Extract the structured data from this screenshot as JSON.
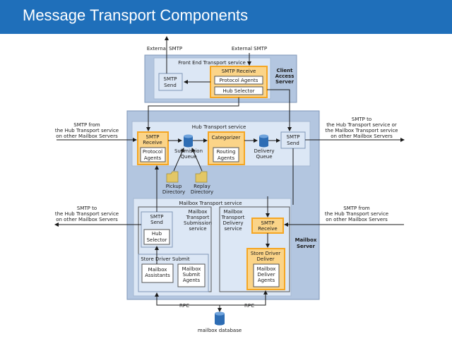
{
  "title": "Message Transport Components",
  "colors": {
    "title_bar": "#1f6fba",
    "server": "#b3c6e0",
    "service": "#dce7f5",
    "highlight": "#f5a623",
    "highlight_fill": "#fbd488"
  },
  "labels": {
    "external_smtp_left": "External SMTP",
    "external_smtp_right": "External SMTP",
    "front_end_service": "Front End Transport service",
    "fe_smtp_receive": "SMTP Receive",
    "fe_protocol_agents": "Protocol Agents",
    "fe_hub_selector": "Hub Selector",
    "fe_smtp_send_1": "SMTP",
    "fe_smtp_send_2": "Send",
    "cas_1": "Client",
    "cas_2": "Access",
    "cas_3": "Server",
    "hub_service": "Hub Transport service",
    "smtp_from_hub_1": "SMTP from",
    "smtp_from_hub_2": "the Hub Transport service",
    "smtp_from_hub_3": "on other Mailbox Servers",
    "smtp_to_top_1": "SMTP to",
    "smtp_to_top_2": "the Hub Transport service or",
    "smtp_to_top_3": "the Mailbox Transport service",
    "smtp_to_top_4": "on other Mailbox Servers",
    "hub_smtp_receive_1": "SMTP",
    "hub_smtp_receive_2": "Receive",
    "hub_protocol_agents_1": "Protocol",
    "hub_protocol_agents_2": "Agents",
    "submission_queue_1": "Submission",
    "submission_queue_2": "Queue",
    "categorizer": "Categorizer",
    "routing_agents_1": "Routing",
    "routing_agents_2": "Agents",
    "delivery_queue_1": "Delivery",
    "delivery_queue_2": "Queue",
    "hub_smtp_send_1": "SMTP",
    "hub_smtp_send_2": "Send",
    "pickup_1": "Pickup",
    "pickup_2": "Directory",
    "replay_1": "Replay",
    "replay_2": "Directory",
    "mailbox_transport_service": "Mailbox Transport service",
    "smtp_to_bottom_1": "SMTP to",
    "smtp_to_bottom_2": "the Hub Transport service",
    "smtp_to_bottom_3": "on other Mailbox Servers",
    "mb_smtp_send_1": "SMTP",
    "mb_smtp_send_2": "Send",
    "mb_hub_selector_1": "Hub",
    "mb_hub_selector_2": "Selector",
    "submission_service_1": "Mailbox",
    "submission_service_2": "Transport",
    "submission_service_3": "Submission",
    "submission_service_4": "service",
    "delivery_service_1": "Mailbox",
    "delivery_service_2": "Transport",
    "delivery_service_3": "Delivery",
    "delivery_service_4": "service",
    "smtp_from_bottom_1": "SMTP from",
    "smtp_from_bottom_2": "the Hub Transport service",
    "smtp_from_bottom_3": "on other Mailbox Servers",
    "mb_smtp_receive_1": "SMTP",
    "mb_smtp_receive_2": "Receive",
    "store_driver_submit": "Store Driver Submit",
    "mailbox_assistants_1": "Mailbox",
    "mailbox_assistants_2": "Assistants",
    "mailbox_submit_agents_1": "Mailbox",
    "mailbox_submit_agents_2": "Submit",
    "mailbox_submit_agents_3": "Agents",
    "store_driver_deliver_1": "Store Driver",
    "store_driver_deliver_2": "Deliver",
    "mailbox_deliver_agents_1": "Mailbox",
    "mailbox_deliver_agents_2": "Deliver",
    "mailbox_deliver_agents_3": "Agents",
    "mailbox_server_1": "Mailbox",
    "mailbox_server_2": "Server",
    "rpc_left": "RPC",
    "rpc_right": "RPC",
    "mailbox_database": "mailbox database"
  }
}
